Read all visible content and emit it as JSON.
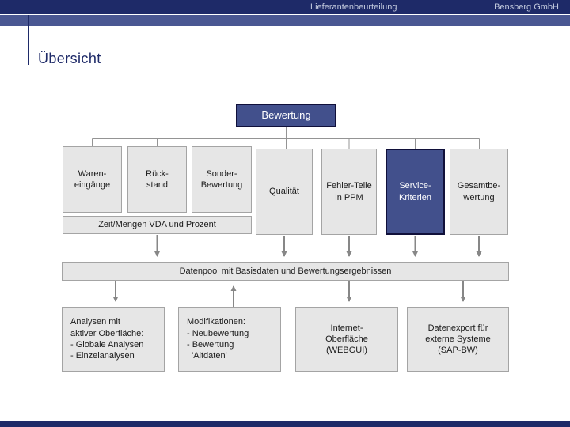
{
  "header": {
    "doc_title": "Lieferantenbeurteilung",
    "company": "Bensberg GmbH"
  },
  "page": {
    "title": "Übersicht"
  },
  "colors": {
    "brand_navy": "#1e2a68",
    "accent_bar": "#4a5792",
    "highlight_box": "#42508c",
    "grey_box": "#e6e6e6",
    "connector_grey": "#878787"
  },
  "diagram": {
    "root_label": "Bewertung",
    "criteria": [
      {
        "label": "Waren-\neingänge"
      },
      {
        "label": "Rück-\nstand"
      },
      {
        "label": "Sonder-\nBewertung"
      },
      {
        "label": "Qualität"
      },
      {
        "label": "Fehler-Teile\nin PPM"
      },
      {
        "label": "Service-\nKriterien"
      },
      {
        "label": "Gesamtbe-\nwertung"
      }
    ],
    "method_note": "Zeit/Mengen VDA und Prozent",
    "datapool_label": "Datenpool mit Basisdaten und Bewertungsergebnissen",
    "outputs": [
      {
        "label": "Analysen mit\naktiver Oberfläche:\n- Globale Analysen\n- Einzelanalysen"
      },
      {
        "label": "Modifikationen:\n- Neubewertung\n- Bewertung\n  'Altdaten'"
      },
      {
        "label": "Internet-\nOberfläche\n(WEBGUI)"
      },
      {
        "label": "Datenexport für\nexterne Systeme\n(SAP-BW)"
      }
    ]
  }
}
